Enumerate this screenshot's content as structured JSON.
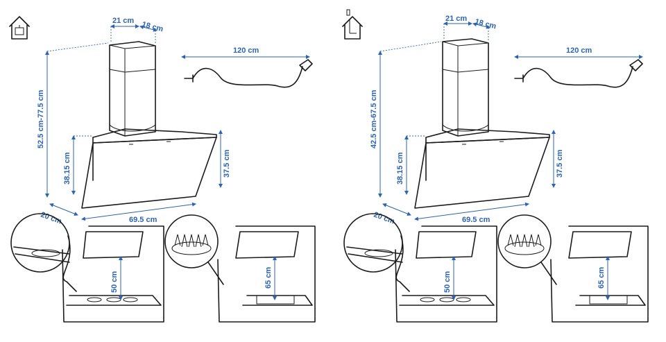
{
  "panels": [
    {
      "id": "ceiling",
      "icon": "ceiling-mount-icon",
      "chimney_width": "21 cm",
      "chimney_depth": "18 cm",
      "cable_length": "120 cm",
      "total_height": "52.5 cm-77.5 cm",
      "body_height_back": "38.15 cm",
      "body_height_front": "37.5 cm",
      "depth": "20 cm",
      "width": "69.5 cm",
      "clearance_electric": "50 cm",
      "clearance_gas": "65 cm"
    },
    {
      "id": "wall",
      "icon": "wall-mount-icon",
      "chimney_width": "21 cm",
      "chimney_depth": "18 cm",
      "cable_length": "120 cm",
      "total_height": "42.5 cm-67.5 cm",
      "body_height_back": "38.15 cm",
      "body_height_front": "37.5 cm",
      "depth": "20 cm",
      "width": "69.5 cm",
      "clearance_electric": "50 cm",
      "clearance_gas": "65 cm"
    }
  ]
}
